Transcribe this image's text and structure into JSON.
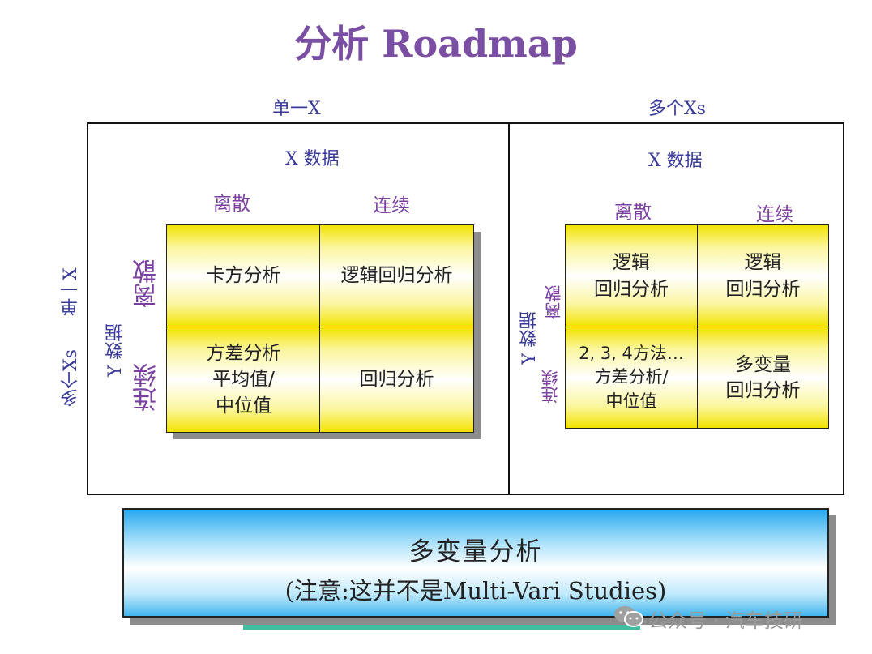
{
  "title": "分析 Roadmap",
  "top_labels": {
    "single_x": "单一X",
    "multi_x": "多个Xs"
  },
  "left_labels": {
    "single_x": "单一X",
    "multi_x": "多个Xs"
  },
  "left_panel": {
    "x_header": "X 数据",
    "x_discrete": "离散",
    "x_continuous": "连续",
    "y_header": "Y 数据",
    "y_discrete": "离散",
    "y_continuous": "连续",
    "cells": {
      "r1c1": [
        "卡方分析"
      ],
      "r1c2": [
        "逻辑回归分析"
      ],
      "r2c1": [
        "方差分析",
        "平均值/",
        "中位值"
      ],
      "r2c2": [
        "回归分析"
      ]
    }
  },
  "right_panel": {
    "x_header": "X 数据",
    "x_discrete": "离散",
    "x_continuous": "连续",
    "y_header": "Y 数据",
    "y_discrete": "离散",
    "y_continuous": "连续",
    "cells": {
      "r1c1": [
        "逻辑",
        "回归分析"
      ],
      "r1c2": [
        "逻辑",
        "回归分析"
      ],
      "r2c1": [
        "2, 3, 4方法…",
        "方差分析/",
        "中位值"
      ],
      "r2c2": [
        "多变量",
        "回归分析"
      ]
    }
  },
  "bottom_box": {
    "line1": "多变量分析",
    "line2": "(注意:这并不是Multi-Vari Studies)"
  },
  "watermark": "公众号 · 汽车技研"
}
